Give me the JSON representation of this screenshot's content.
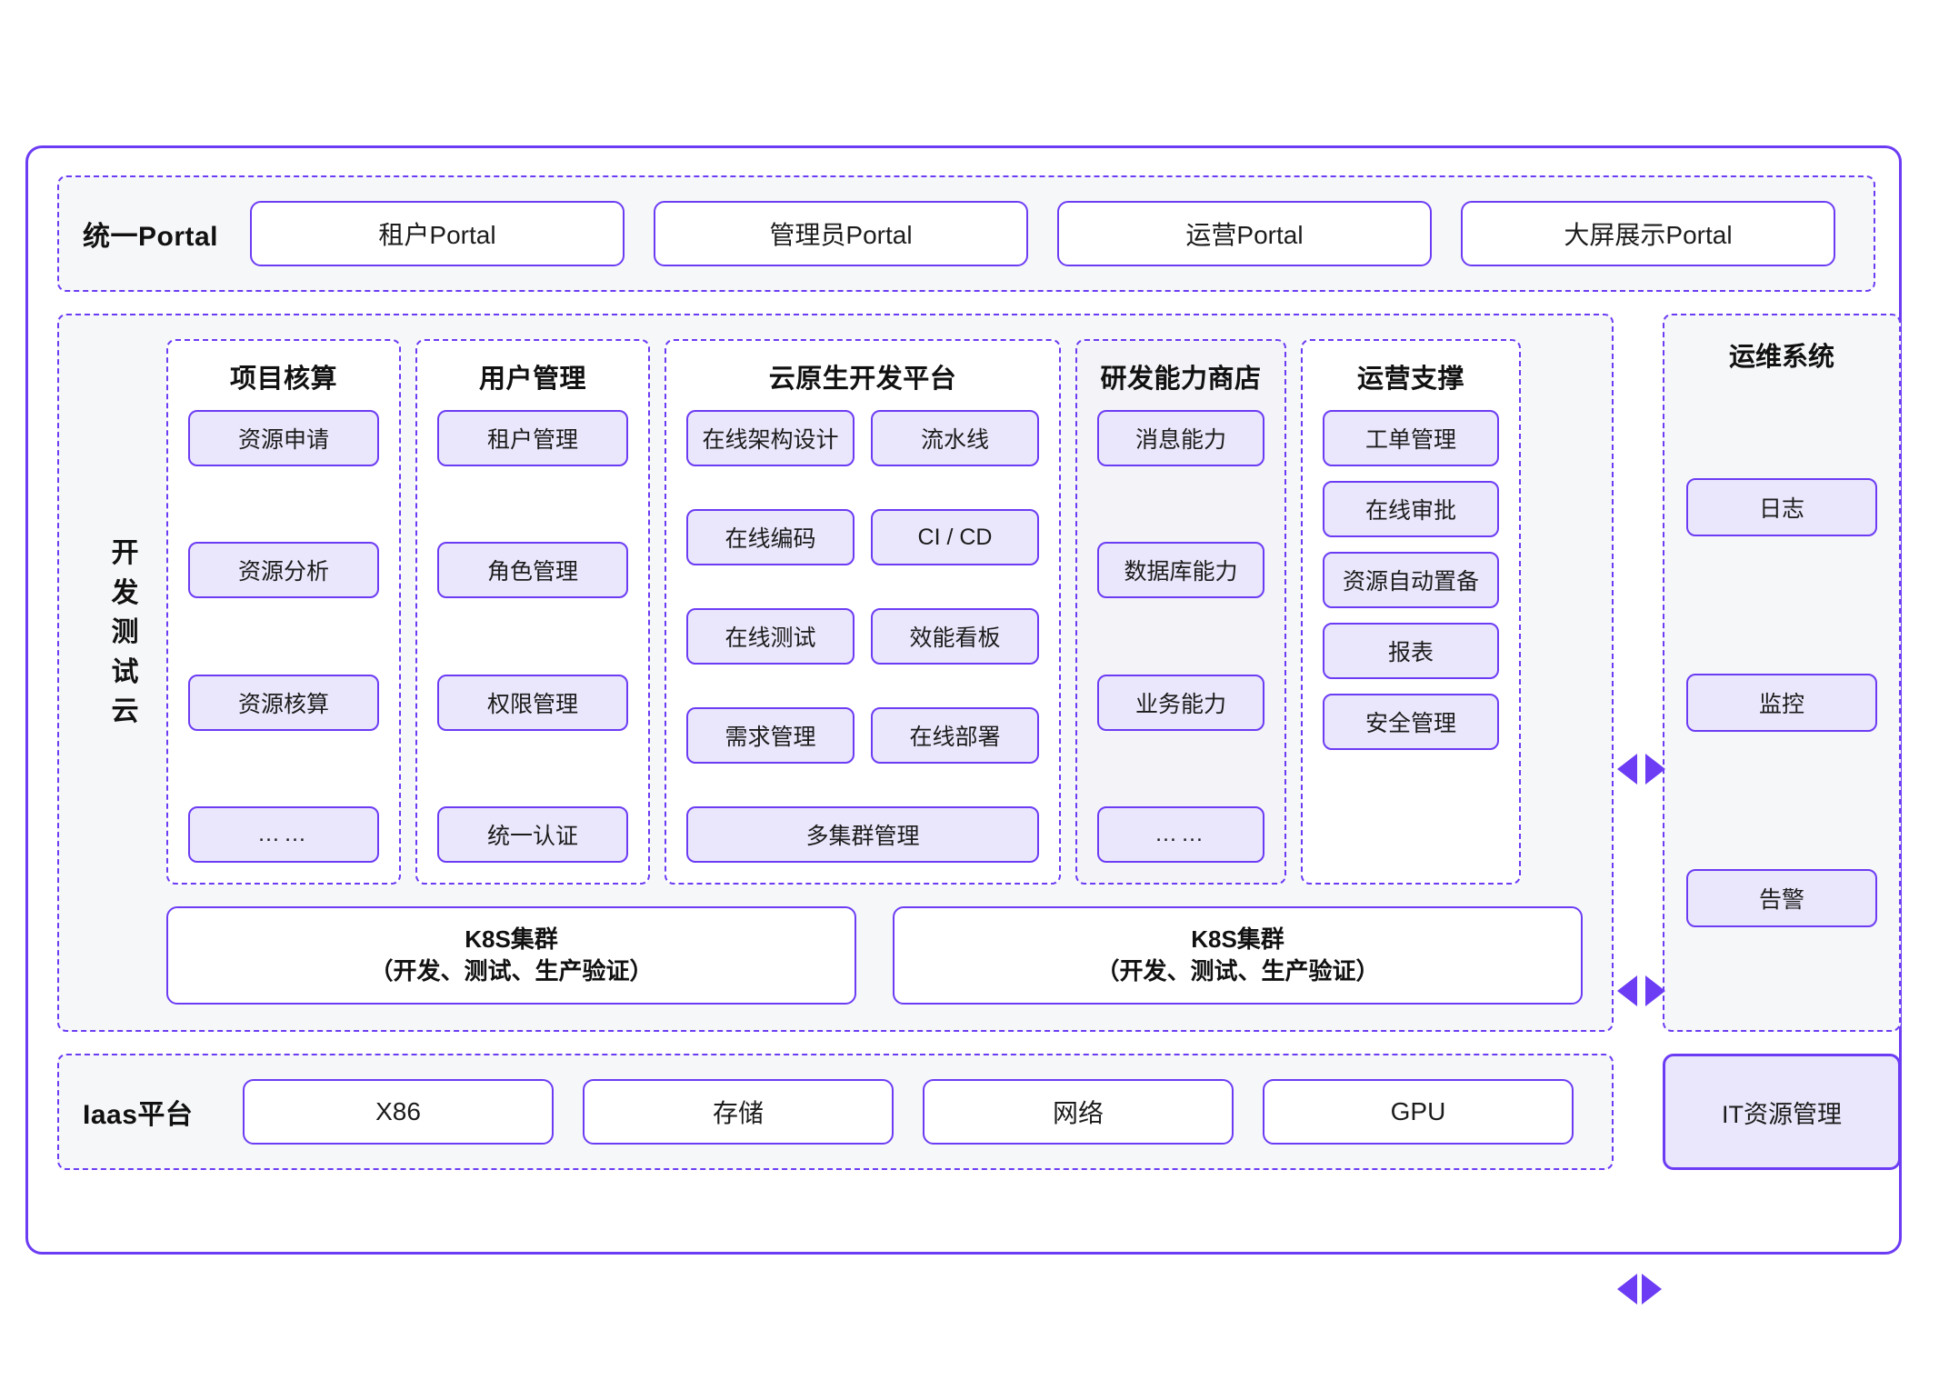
{
  "theme": {
    "accent": "#6c3cf4",
    "chip_fill": "#eae6fb",
    "panel_fill": "#f6f7f9",
    "tinted_column_fill": "#f3f3f8",
    "card_fill": "#ffffff",
    "text": "#1a1a1a",
    "page_background": "#ffffff"
  },
  "portal_row": {
    "label": "统一Portal",
    "cards": [
      {
        "label": "租户Portal"
      },
      {
        "label": "管理员Portal"
      },
      {
        "label": "运营Portal"
      },
      {
        "label": "大屏展示Portal"
      }
    ]
  },
  "devtest": {
    "side_label": "开发测试云",
    "columns": [
      {
        "id": "project",
        "title": "项目核算",
        "tinted": false,
        "layout": "spread",
        "items": [
          {
            "label": "资源申请"
          },
          {
            "label": "资源分析"
          },
          {
            "label": "资源核算"
          },
          {
            "label": "……"
          }
        ]
      },
      {
        "id": "user",
        "title": "用户管理",
        "tinted": false,
        "layout": "spread",
        "items": [
          {
            "label": "租户管理"
          },
          {
            "label": "角色管理"
          },
          {
            "label": "权限管理"
          },
          {
            "label": "统一认证"
          }
        ]
      },
      {
        "id": "cloud",
        "title": "云原生开发平台",
        "tinted": false,
        "layout": "grid2",
        "items": [
          {
            "label": "在线架构设计"
          },
          {
            "label": "流水线"
          },
          {
            "label": "在线编码"
          },
          {
            "label": "CI / CD"
          },
          {
            "label": "在线测试"
          },
          {
            "label": "效能看板"
          },
          {
            "label": "需求管理"
          },
          {
            "label": "在线部署"
          },
          {
            "label": "多集群管理",
            "wide": true
          }
        ]
      },
      {
        "id": "store",
        "title": "研发能力商店",
        "tinted": true,
        "layout": "spread",
        "items": [
          {
            "label": "消息能力"
          },
          {
            "label": "数据库能力"
          },
          {
            "label": "业务能力"
          },
          {
            "label": "……"
          }
        ]
      },
      {
        "id": "ops-support",
        "title": "运营支撑",
        "tinted": false,
        "layout": "packed",
        "items": [
          {
            "label": "工单管理"
          },
          {
            "label": "在线审批"
          },
          {
            "label": "资源自动置备"
          },
          {
            "label": "报表"
          },
          {
            "label": "安全管理"
          }
        ]
      }
    ],
    "k8s_clusters": [
      {
        "line1": "K8S集群",
        "line2": "（开发、测试、生产验证）"
      },
      {
        "line1": "K8S集群",
        "line2": "（开发、测试、生产验证）"
      }
    ]
  },
  "ops_system": {
    "title": "运维系统",
    "items": [
      {
        "label": "日志"
      },
      {
        "label": "监控"
      },
      {
        "label": "告警"
      }
    ]
  },
  "iaas": {
    "label": "Iaas平台",
    "cards": [
      {
        "label": "X86"
      },
      {
        "label": "存储"
      },
      {
        "label": "网络"
      },
      {
        "label": "GPU"
      }
    ],
    "it_resource": {
      "label": "IT资源管理"
    }
  },
  "connectors": [
    {
      "name": "devtest-to-ops-top",
      "kind": "bidirectional-arrow"
    },
    {
      "name": "devtest-to-ops-bottom",
      "kind": "bidirectional-arrow"
    },
    {
      "name": "iaas-to-it-resource",
      "kind": "bidirectional-arrow"
    }
  ]
}
